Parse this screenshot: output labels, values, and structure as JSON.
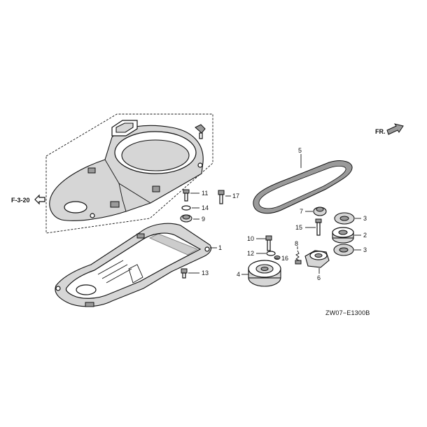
{
  "callouts": {
    "c1": "1",
    "c2": "2",
    "c3a": "3",
    "c3b": "3",
    "c4": "4",
    "c5": "5",
    "c6": "6",
    "c7": "7",
    "c8": "8",
    "c9": "9",
    "c10": "10",
    "c11": "11",
    "c12": "12",
    "c13": "13",
    "c14": "14",
    "c15": "15",
    "c16": "16",
    "c17": "17"
  },
  "reference": {
    "label": "F-3-20"
  },
  "front_marker": {
    "label": "FR."
  },
  "diagram_code": "ZW07−E1300B"
}
